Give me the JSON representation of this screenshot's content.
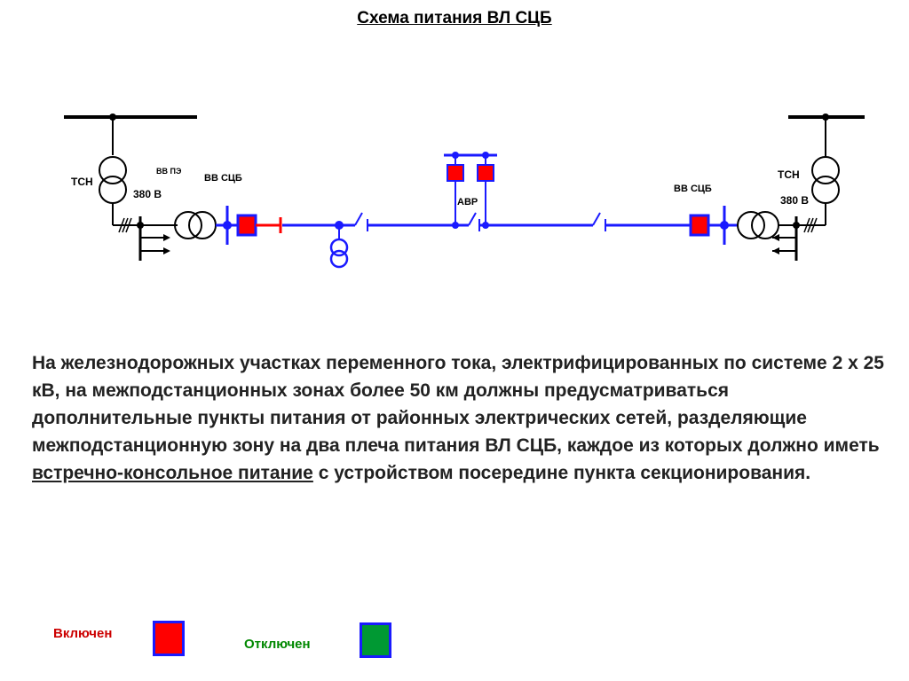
{
  "title": "Схема питания ВЛ СЦБ",
  "labels": {
    "tsn_left": "ТСН",
    "v380_left": "380 В",
    "vv_pe": "ВВ ПЭ",
    "vv_scb_left": "ВВ СЦБ",
    "avr": "АВР",
    "vv_scb_right": "ВВ СЦБ",
    "tsn_right": "ТСН",
    "v380_right": "380 В"
  },
  "paragraph": {
    "part1": "На железнодорожных участках переменного тока, электрифицированных по системе 2 х 25 кВ, на межподстанционных зонах более 50 км должны предусматриваться дополнительные пункты питания от районных электрических сетей, разделяющие межподстанционную зону на два плеча питания ВЛ СЦБ, каждое из которых должно иметь ",
    "underlined": "встречно-консольное питание",
    "part2": " с устройством посередине пункта секционирования."
  },
  "legend": {
    "on_label": "Включен",
    "on_color": "#ff0000",
    "off_label": "Отключен",
    "off_color": "#009933"
  },
  "colors": {
    "line_blue": "#1a1aff",
    "breaker_red": "#ff0000",
    "label_on": "#cc0000",
    "label_off": "#008800"
  }
}
